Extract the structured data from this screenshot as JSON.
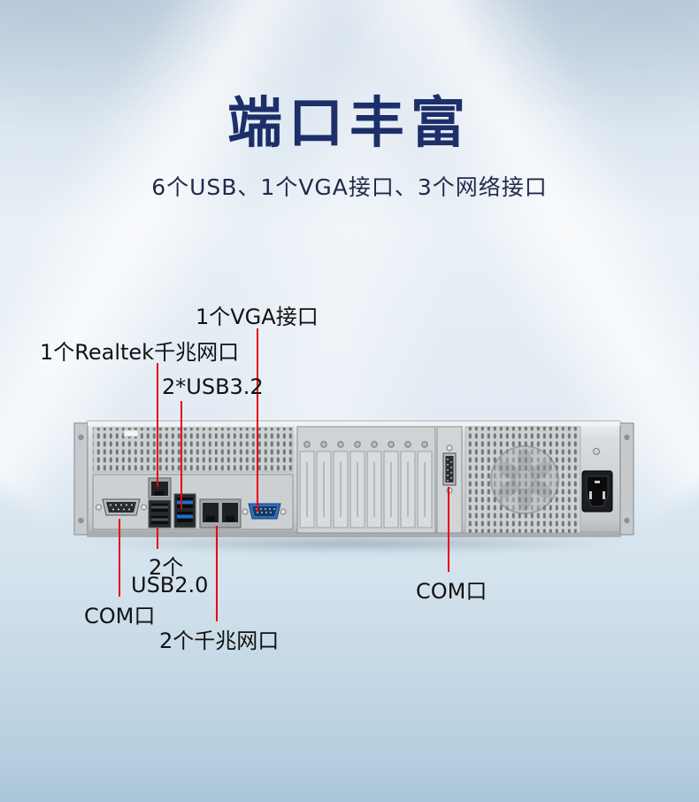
{
  "page": {
    "title": "端口丰富",
    "subtitle": "6个USB、1个VGA接口、3个网络接口"
  },
  "annotations": {
    "vga_label": "1个VGA接口",
    "realtek_label": "1个Realtek千兆网口",
    "usb32_label": "2*USB3.2",
    "usb20_label_line1": "2个",
    "usb20_label_line2": "USB2.0",
    "com_left_label": "COM口",
    "lan2_label": "2个千兆网口",
    "com_right_label": "COM口"
  },
  "colors": {
    "accent_red": "#e60012",
    "title_navy": "#1c2f69",
    "label_text": "#121212"
  }
}
